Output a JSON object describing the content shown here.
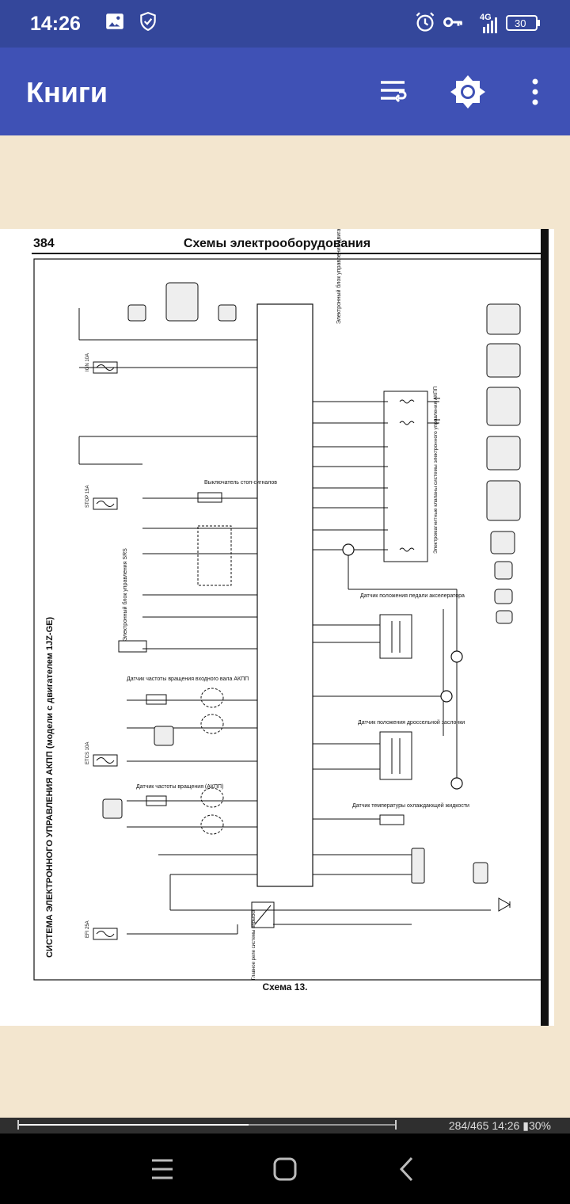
{
  "status_bar": {
    "time": "14:26",
    "network_label": "4G",
    "battery_level": "30",
    "icons": [
      "image-icon",
      "shield-check-icon",
      "alarm-icon",
      "key-icon",
      "signal-icon",
      "battery-icon"
    ]
  },
  "app_bar": {
    "title": "Книги",
    "actions": [
      "wrap-text-icon",
      "brightness-icon",
      "more-vert-icon"
    ]
  },
  "document": {
    "page_number": "384",
    "header": "Схемы электрооборудования",
    "figure_caption": "Схема 13.",
    "vertical_title": "СИСТЕМА ЭЛЕКТРОННОГО УПРАВЛЕНИЯ АКПП (модели с двигателем 1JZ-GE)",
    "labels": {
      "sensor_accel": "Датчик положения педали акселератора",
      "sensor_throttle": "Датчик положения дроссельной заслонки",
      "sensor_temp": "Датчик температуры охлаждающей жидкости",
      "sensor_input_speed": "Датчик частоты вращения входного вала АКПП",
      "sensor_speed": "Датчик частоты вращения (АКПП)",
      "stop_switch": "Выключатель стоп-сигналов",
      "srs_unit": "Электронный блок управления SRS",
      "engine_ecu": "Электронный блок управления двигателем",
      "solenoids": "Электромагнитные клапаны системы электронного управления АКПП",
      "main_relay": "Главное реле системы впрыска",
      "fuse_ign": "IGN 10A",
      "fuse_stop": "STOP 15A",
      "fuse_etcs": "ETCS 10A",
      "fuse_efi": "EFI 25A"
    }
  },
  "footer": {
    "page_position": "284/465",
    "time": "14:26",
    "battery": "30%",
    "progress_fraction": 0.61
  },
  "nav_bar": {
    "buttons": [
      "recent-apps-icon",
      "home-icon",
      "back-icon"
    ]
  },
  "colors": {
    "status_bar": "#34479b",
    "app_bar": "#3f51b5",
    "page_background": "#f3e6cf"
  }
}
